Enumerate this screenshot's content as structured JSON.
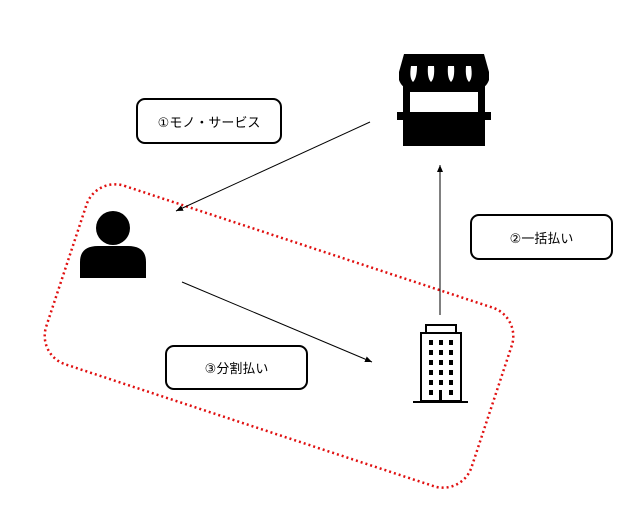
{
  "labels": {
    "goods_services": "①モノ・サービス",
    "lump_sum": "②一括払い",
    "installments": "③分割払い"
  },
  "icons": {
    "store": "store-icon",
    "person": "person-icon",
    "company": "building-icon"
  },
  "colors": {
    "group_outline": "#e01010",
    "ink": "#000000"
  }
}
